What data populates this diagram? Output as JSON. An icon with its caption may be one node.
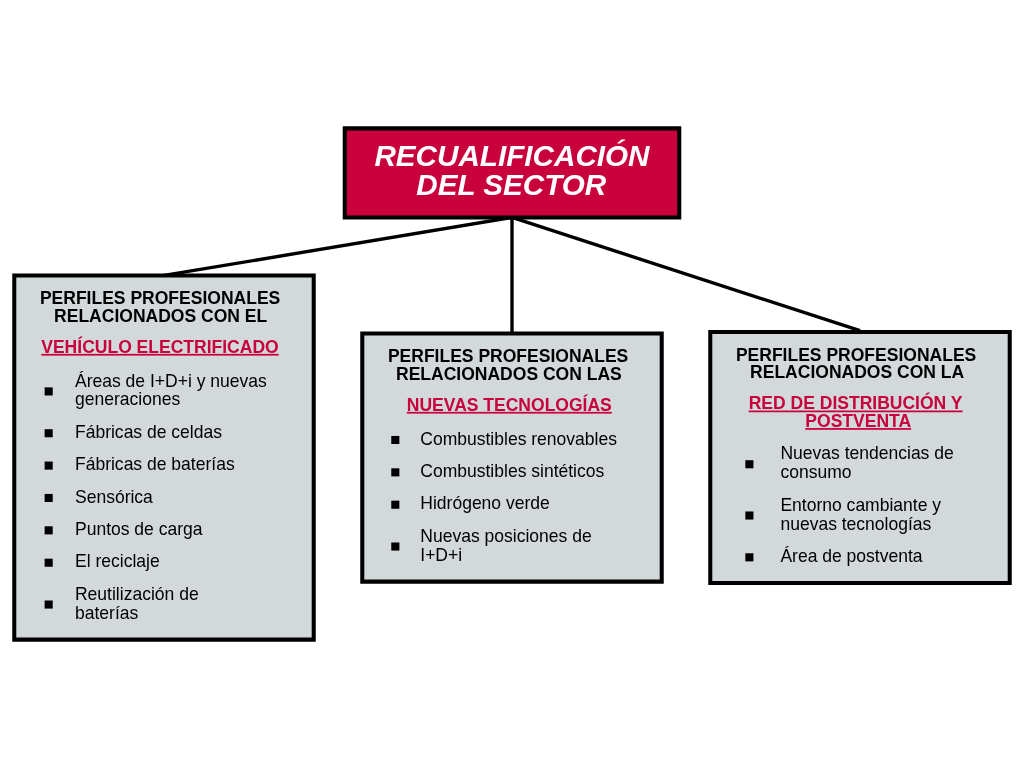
{
  "diagram": {
    "nodes": [
      {
        "text": [
          "RECUALIFICACIÓN DEL SECTOR"
        ]
      },
      {
        "text": [
          "PERFILES PROFESIONALES RELACIONADOS CON EL",
          "VEHÍCULO ELECTRIFICADO",
          "Áreas de I+D+i y nuevas generaciones",
          "Fábricas de celdas",
          "Fábricas de baterías",
          "Sensórica",
          "Puntos de carga",
          "El reciclaje",
          "Reutilización de baterías"
        ]
      },
      {
        "text": [
          "PERFILES PROFESIONALES RELACIONADOS CON LAS",
          "NUEVAS TECNOLOGÍAS",
          "Combustibles renovables",
          "Combustibles sintéticos",
          "Hidrógeno verde",
          "Nuevas posiciones de I+D+i"
        ]
      },
      {
        "text": [
          "PERFILES PROFESIONALES RELACIONADOS CON LA",
          "RED DE DISTRIBUCIÓN Y POSTVENTA",
          "Nuevas tendencias de consumo",
          "Entorno cambiante y nuevas tecnologías",
          "Área de postventa"
        ]
      }
    ],
    "edges": [
      {
        "from": 0,
        "to": 1,
        "arrow": "none"
      },
      {
        "from": 0,
        "to": 2,
        "arrow": "none"
      },
      {
        "from": 0,
        "to": 3,
        "arrow": "none"
      }
    ]
  }
}
